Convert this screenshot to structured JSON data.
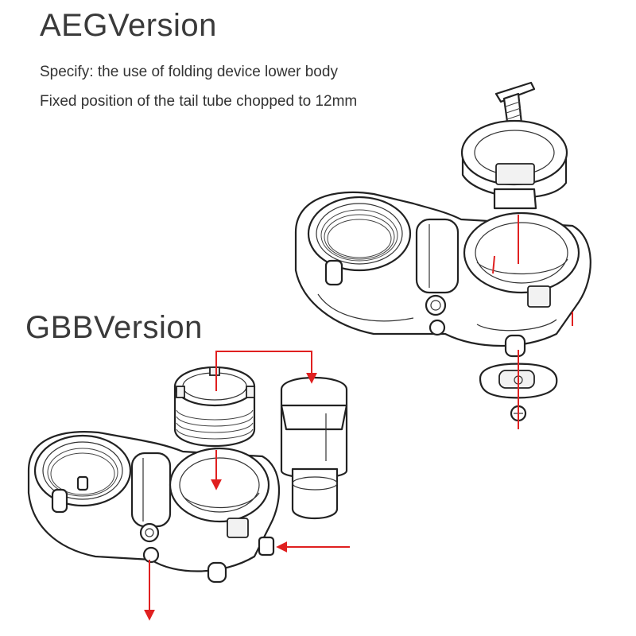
{
  "aeg": {
    "title": "AEGVersion",
    "notes": [
      "Specify: the use of folding device lower body",
      "Fixed position of the tail tube chopped to 12mm"
    ]
  },
  "gbb": {
    "title": "GBBVersion"
  },
  "colors": {
    "arrow": "#e02020",
    "line_art": "#222222",
    "text": "#333333",
    "background": "#ffffff"
  }
}
